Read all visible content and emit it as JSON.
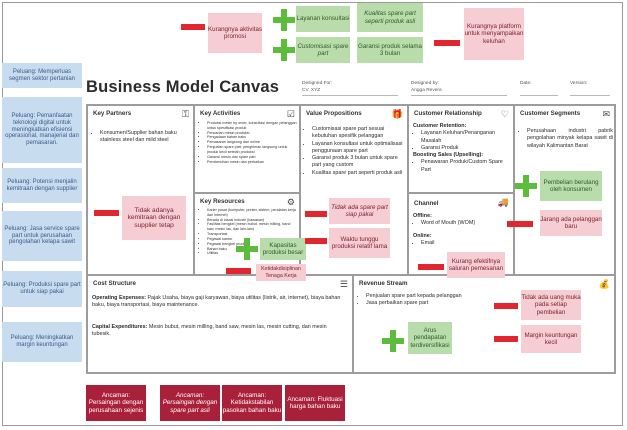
{
  "top": {
    "layanan_konsultasi": "Layanan konsultasi",
    "kualitas_spare_part": "Kualitas spare part seperti produk asli",
    "kurangnya_aktivitas_promosi": "Kurangnya aktivitas promosi",
    "customisasi_spare_part": "Customisasi spare part",
    "garansi_produk": "Garansi produk selama 3 bulan",
    "kurangnya_platform": "Kurangnya platform untuk menyampaikan keluhan"
  },
  "left": {
    "segmen": "Peluang: Memperluas segmen sektor pertanian",
    "teknologi": "Peluang: Pemanfaatan teknologi digital untuk meningkatkan efisiensi operasional, manajerial dan pemasaran.",
    "kemitraan": "Peluang: Potensi menjalin kemitraan dengan supplier",
    "jasa_servis": "Peluang: Jasa service spare part untuk perusahaan pengolahan kelapa sawit",
    "produksi": "Peluang: Produksi spare part untuk siap pakai",
    "keuntungan": "Peluang: Meningkatkan margin keuntungan"
  },
  "header": {
    "title": "Business Model Canvas",
    "designed_for_label": "Designed For:",
    "designed_for_value": "CV. XYZ",
    "designed_by_label": "Designed by:",
    "designed_by_value": "Angga Revera",
    "date_label": "Date:",
    "version_label": "Version:"
  },
  "partners": {
    "title": "Key Partners",
    "items": [
      "Konsumen/Supplier bahan baku stainless steel dan mild steel"
    ]
  },
  "activities": {
    "title": "Key Activities",
    "items": [
      "Produksi mesin by order, konsultasi dengan pelanggan untuk spesifikasi produk",
      "Pencarian mesin produksi",
      "Pengadaan bahan baku",
      "Pemasaran langsung dan online",
      "Penjualan spare part, pengiriman langsung untuk produk kecil setelah produksi",
      "Garansi mesin dan spare part",
      "Pembersihan mesin dan perbaikan"
    ]
  },
  "resources": {
    "title": "Key Resources",
    "items": [
      "Karier pusat (komputer, printer, sistem, peralatan kerja dan internet)",
      "Berada di lokasi industri (kawasan)",
      "Fasilitas bengkel (mesin bubut, mesin milling, band saw, mesin las, dan lain-lain)",
      "Transportasi",
      "Pegawai kantor",
      "Pegawai bengkel produksi",
      "Bahan baku",
      "Utilitas"
    ]
  },
  "value": {
    "title": "Value Propositions",
    "items": [
      "Customisasi spare part sesuai kebutuhan spesifik pelanggan",
      "Layanan konsultasi untuk optimalisasi penggunaan spare part",
      "Garansi produk 3 bulan untuk spare part yang custom",
      "Kualitas spare part seperti produk asli"
    ]
  },
  "relationship": {
    "title": "Customer Relationship",
    "retention_label": "Customer Retention:",
    "retention_items": [
      "Layanan Keluhan/Penanganan Masalah",
      "Garansi Produk"
    ],
    "boosting_label": "Boosting Sales (Upselling):",
    "boosting_items": [
      "Penawaran Produk/Custom Spare Part"
    ]
  },
  "channels": {
    "title": "Channel",
    "offline_label": "Offline:",
    "offline_items": [
      "Word of Mouth (WOM)"
    ],
    "online_label": "Online:",
    "online_items": [
      "Email"
    ]
  },
  "segments": {
    "title": "Customer Segments",
    "items": [
      "Perusahaan industri pabrik pengolahan minyak kelapa sawit di wilayah Kalimantan Barat"
    ]
  },
  "cost": {
    "title": "Cost Structure",
    "opex_label": "Operating Expenses:",
    "opex_text": "Pajak Usaha, biaya gaji karyawan, biaya utilitas (listrik, air, internet), biaya bahan baku, biaya transportasi, biaya maintenance.",
    "capex_label": "Capital Expenditures:",
    "capex_text": "Mesin bubut, mesin milling, band saw, mesin las, mesin cutting, dan mesin tubesik."
  },
  "revenue": {
    "title": "Revenue Stream",
    "items": [
      "Penjualan spare part kepada pelanggan",
      "Jasa perbaikan spare part"
    ]
  },
  "stickies": {
    "kemitraan_supplier": "Tidak adanya kemitraan dengan supplier tetap",
    "kapasitas_produksi": "Kapasitas produksi besar",
    "ketidakdisiplinan": "Ketidakdisiplinan Tenaga Kerja",
    "part_siap_pakai": "Tidak ada spare part siap pakai",
    "waktu_tunggu": "Waktu tunggu produksi relatif lama",
    "saluran_pemesanan": "Kurang efektifnya saluran pemesanan",
    "pembelian_berulang": "Pembelian berulang oleh konsumen",
    "jarang_pelanggan_baru": "Jarang ada pelanggan baru",
    "uang_muka": "Tidak ada uang muka pada setiap pembelian",
    "margin_kecil": "Margin keuntungan kecil",
    "arus_pendapatan": "Arus pendapatan terdiversifikasi"
  },
  "threats": {
    "a1": "Ancaman: Persaingan dengan perusahaan sejenis",
    "a2": "Ancaman: Persaingan dengan spare part asli",
    "a3": "Ancaman: Ketidakstabilan pasokan bahan baku",
    "a4": "Ancaman: Fluktuasi harga bahan baku"
  },
  "colors": {
    "opportunity_blue": "#c7dcef",
    "strength_green": "#b8dcaa",
    "weakness_pink": "#f5cdd2",
    "threat_red": "#a8203a",
    "plus_green": "#5bbd3b",
    "minus_red": "#e0262e"
  },
  "icons": [
    "plus-icon",
    "minus-icon",
    "partners-icon",
    "activities-icon",
    "value-icon",
    "relationship-icon",
    "channel-icon",
    "segments-icon",
    "cost-icon",
    "revenue-icon",
    "resources-icon"
  ]
}
